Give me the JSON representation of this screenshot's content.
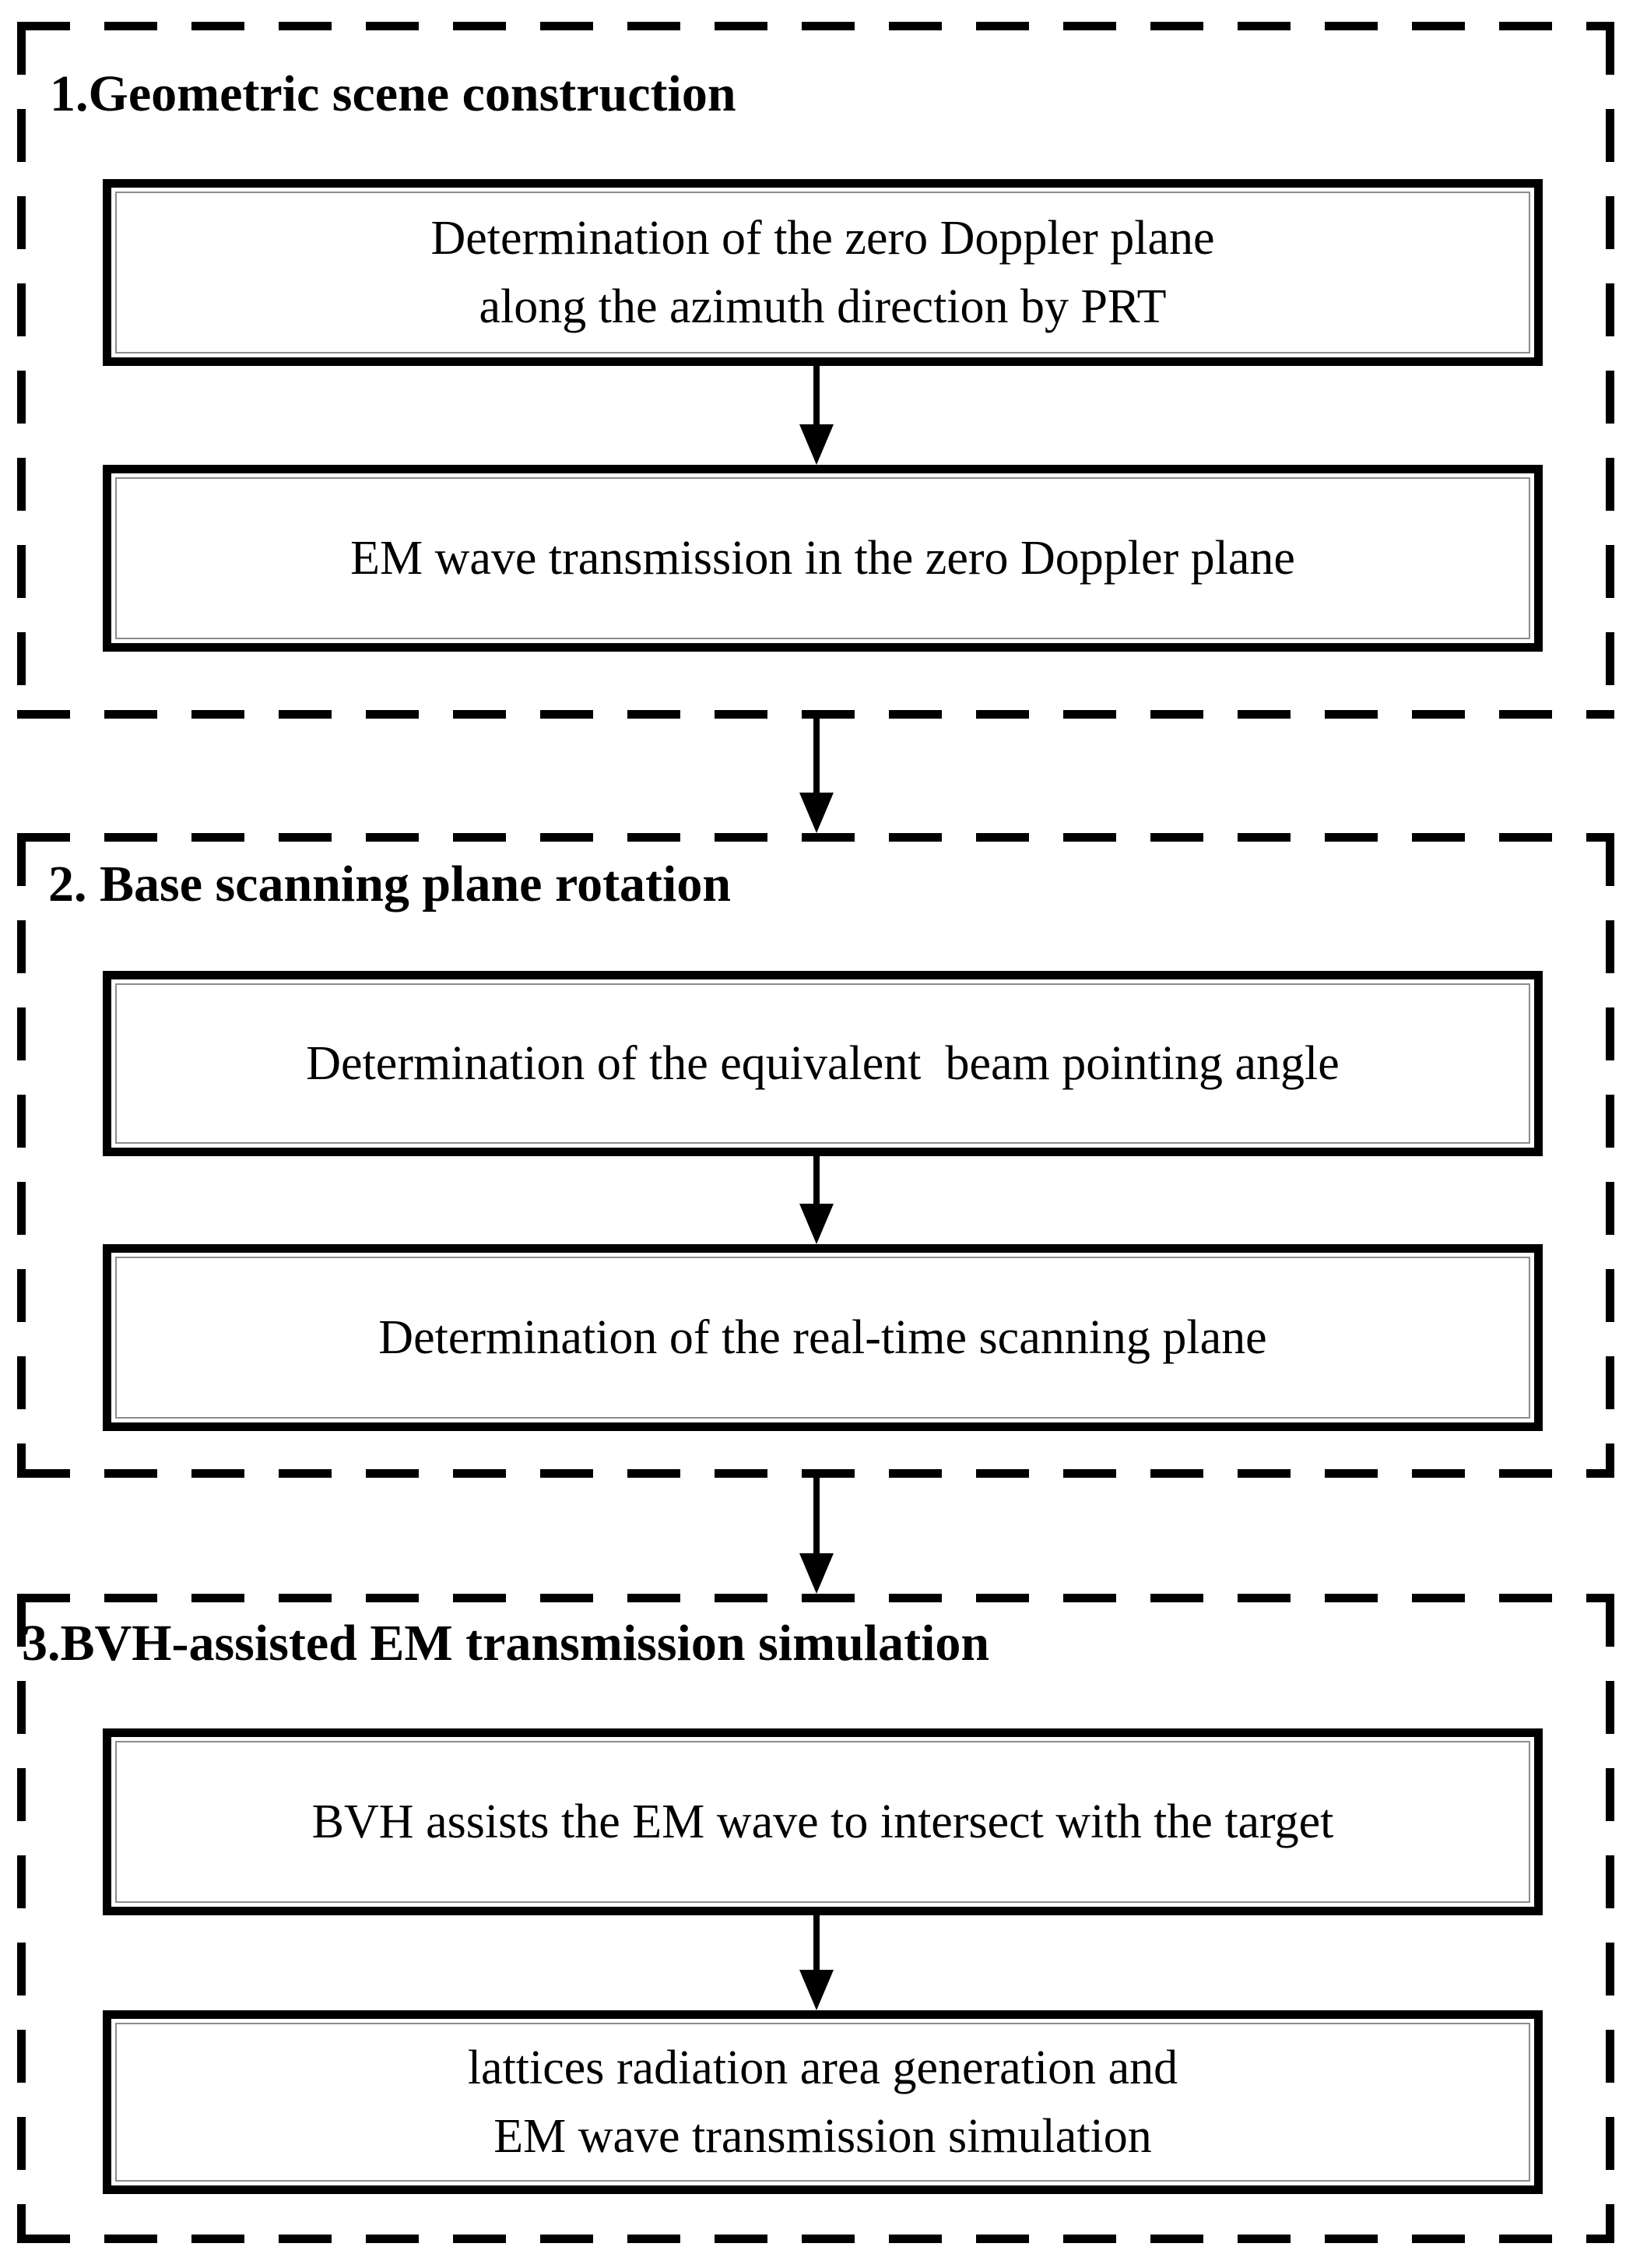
{
  "figure": {
    "background_color": "#ffffff",
    "ink_color": "#000000",
    "type": "flowchart"
  },
  "sections": [
    {
      "title": "1.Geometric scene construction",
      "boxes": [
        {
          "lines": [
            "Determination of the zero Doppler plane",
            "along the azimuth direction by PRT"
          ]
        },
        {
          "lines": [
            "EM wave transmission in the zero Doppler plane"
          ]
        }
      ]
    },
    {
      "title": "2. Base scanning plane rotation",
      "boxes": [
        {
          "lines": [
            "Determination of the equivalent beam pointing angle"
          ]
        },
        {
          "lines": [
            "Determination of the real-time scanning plane"
          ]
        }
      ]
    },
    {
      "title": "3.BVH-assisted EM transmission simulation",
      "boxes": [
        {
          "lines": [
            "BVH assists the EM wave to intersect with the target"
          ]
        },
        {
          "lines": [
            "lattices radiation area generation and",
            "EM wave transmission simulation"
          ]
        }
      ]
    }
  ],
  "arrows": {
    "count": 5,
    "direction": "down"
  }
}
